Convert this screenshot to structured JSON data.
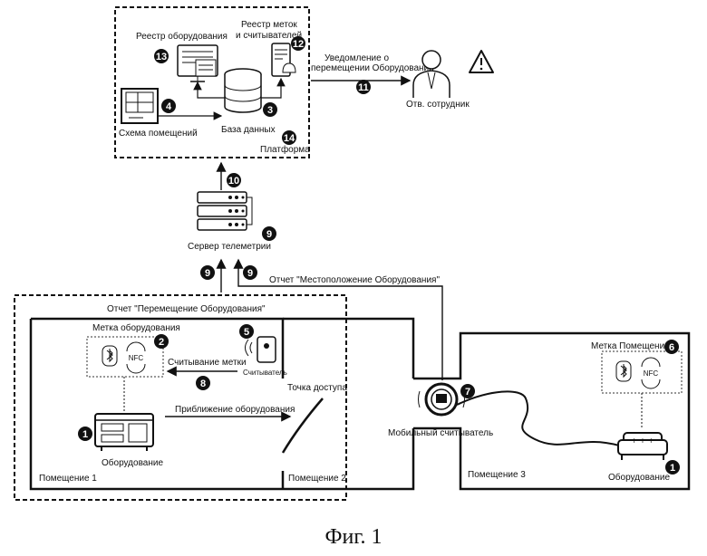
{
  "platform": {
    "title": "Платформа",
    "equipment_registry": "Реестр оборудования",
    "tags_registry_line1": "Реестр меток",
    "tags_registry_line2": "и считывателей",
    "database": "База данных",
    "floor_plan": "Схема помещений"
  },
  "notification": {
    "line1": "Уведомление о",
    "line2": "перемещении Оборудования"
  },
  "employee": "Отв. сотрудник",
  "telemetry_server": "Сервер телеметрии",
  "report_location": "Отчет \"Местоположение Оборудования\"",
  "report_movement": "Отчет \"Перемещение Оборудования\"",
  "room1": {
    "name": "Помещение 1",
    "tag_label": "Метка оборудования",
    "reader_label": "Считыватель",
    "read_tag": "Считывание метки",
    "approach": "Приближение оборудования",
    "equipment": "Оборудование"
  },
  "room2": {
    "name": "Помещение 2",
    "access_point": "Точка доступа"
  },
  "mobile_reader": "Мобильный считыватель",
  "room3": {
    "name": "Помещение 3",
    "tag_label": "Метка Помещения",
    "equipment": "Оборудование"
  },
  "nfc": "NFC",
  "badges": [
    "1",
    "2",
    "3",
    "4",
    "5",
    "6",
    "7",
    "8",
    "9",
    "10",
    "11",
    "12",
    "13",
    "14"
  ],
  "figure_caption": "Фиг. 1"
}
